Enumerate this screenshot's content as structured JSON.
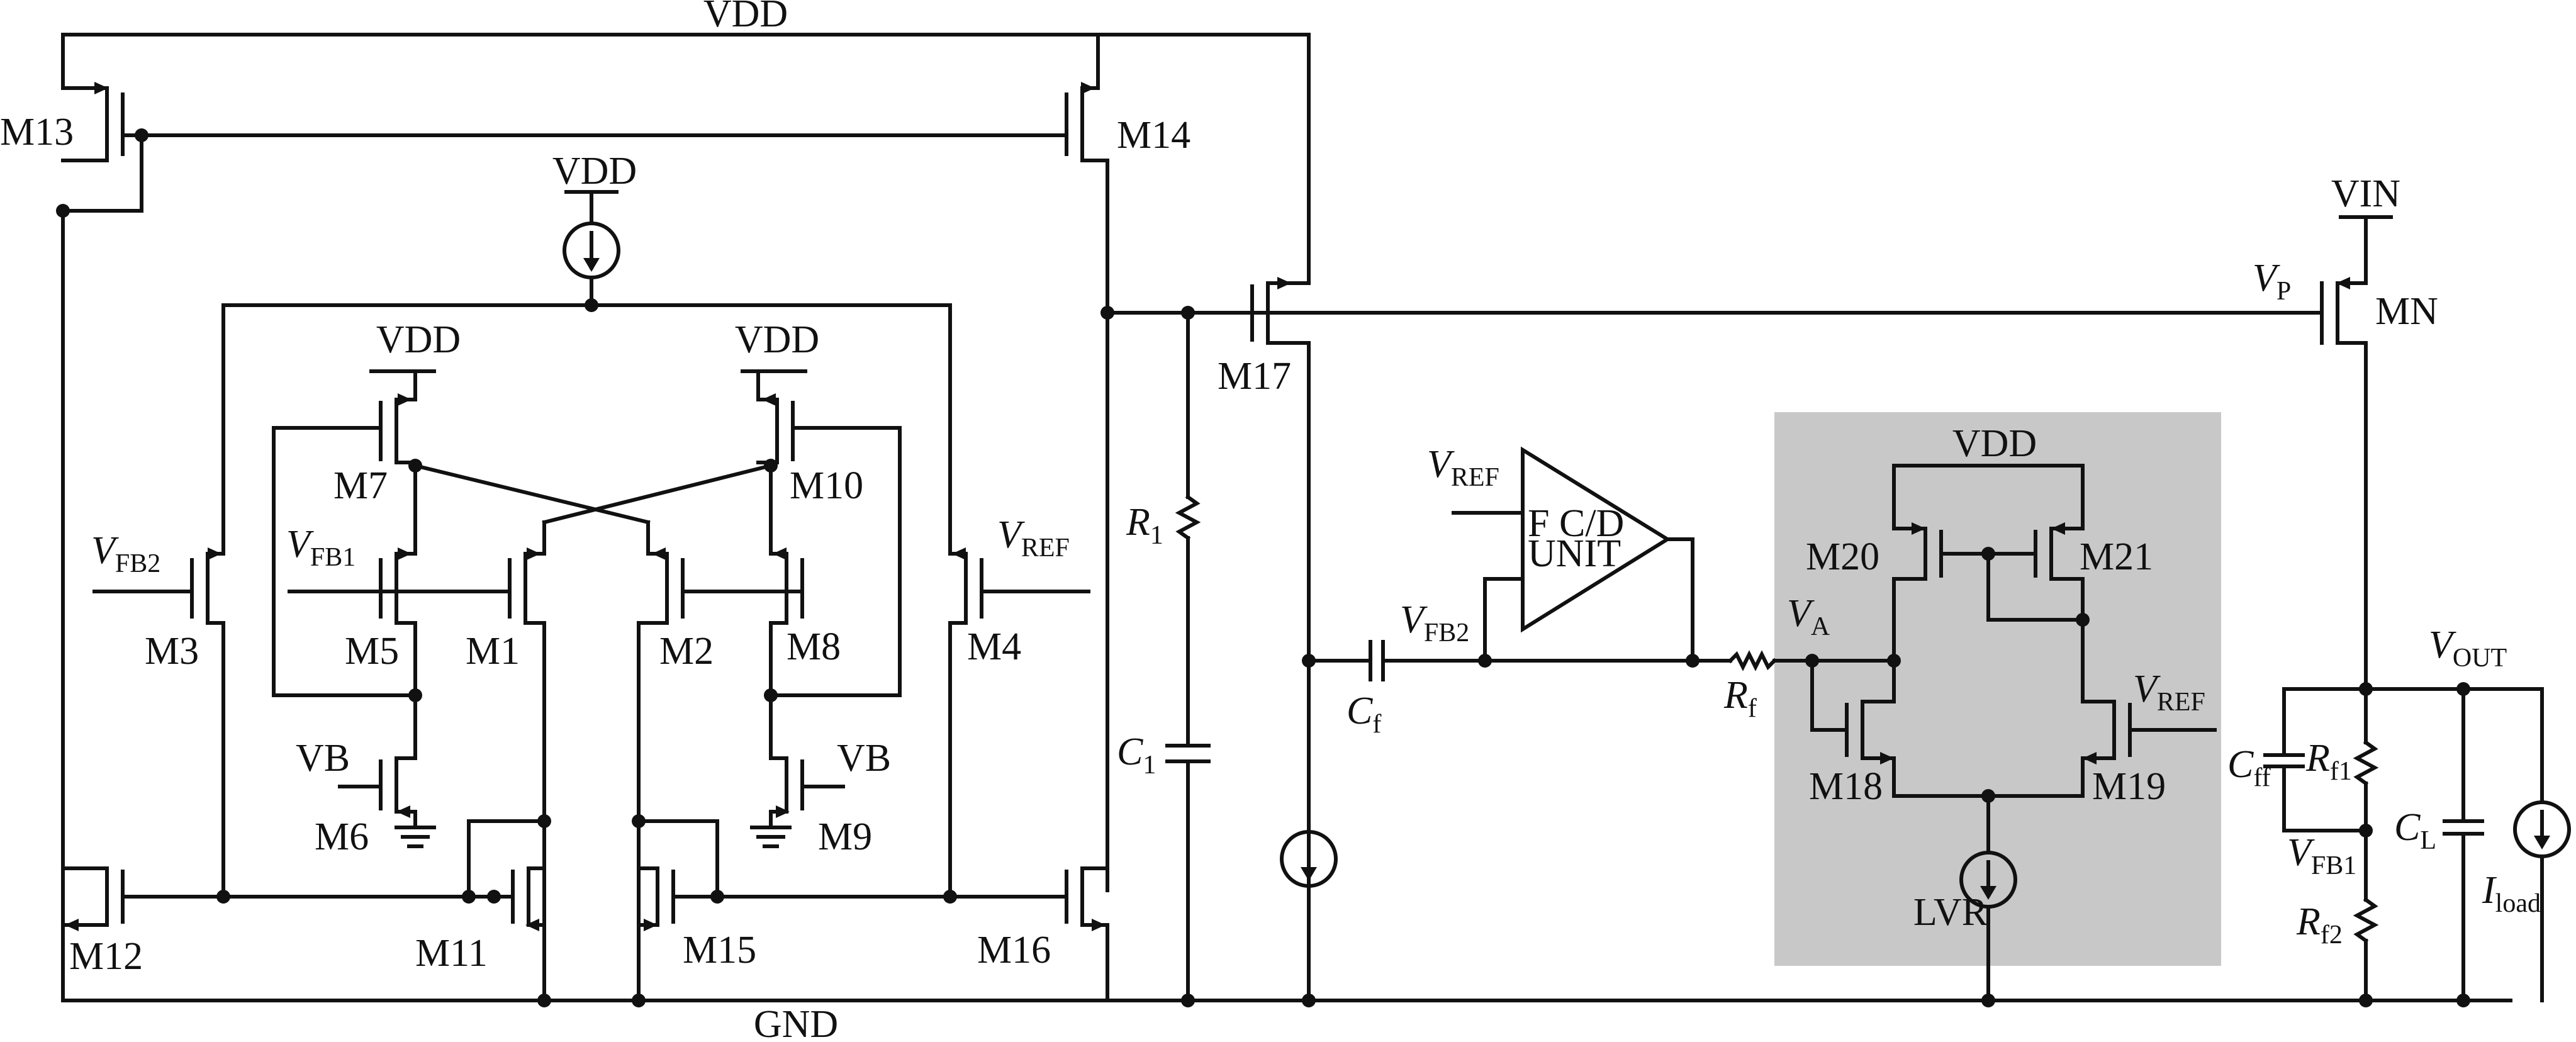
{
  "rails": {
    "vdd_top": "VDD",
    "gnd": "GND"
  },
  "supplies": {
    "vdd_bias": "VDD",
    "vdd_m7": "VDD",
    "vdd_m10": "VDD",
    "vdd_lvr": "VDD",
    "vin": "VIN"
  },
  "transistors": {
    "m1": "M1",
    "m2": "M2",
    "m3": "M3",
    "m4": "M4",
    "m5": "M5",
    "m6": "M6",
    "m7": "M7",
    "m8": "M8",
    "m9": "M9",
    "m10": "M10",
    "m11": "M11",
    "m12": "M12",
    "m13": "M13",
    "m14": "M14",
    "m15": "M15",
    "m16": "M16",
    "m17": "M17",
    "m18": "M18",
    "m19": "M19",
    "m20": "M20",
    "m21": "M21",
    "mn": "MN"
  },
  "signals": {
    "vfb2": {
      "main": "V",
      "sub": "FB2"
    },
    "vfb1": {
      "main": "V",
      "sub": "FB1"
    },
    "vref_m4": {
      "main": "V",
      "sub": "REF"
    },
    "vref_amp": {
      "main": "V",
      "sub": "REF"
    },
    "vref_m19": {
      "main": "V",
      "sub": "REF"
    },
    "vfb2_cf": {
      "main": "V",
      "sub": "FB2"
    },
    "va": {
      "main": "V",
      "sub": "A"
    },
    "vp": {
      "main": "V",
      "sub": "P"
    },
    "vout": {
      "main": "V",
      "sub": "OUT"
    },
    "vfb1_out": {
      "main": "V",
      "sub": "FB1"
    },
    "vb_m6": "VB",
    "vb_m9": "VB"
  },
  "components": {
    "r1": {
      "main": "R",
      "sub": "1"
    },
    "c1": {
      "main": "C",
      "sub": "1"
    },
    "cf": {
      "main": "C",
      "sub": "f"
    },
    "rf": {
      "main": "R",
      "sub": "f"
    },
    "cff": {
      "main": "C",
      "sub": "ff"
    },
    "rf1": {
      "main": "R",
      "sub": "f1"
    },
    "rf2": {
      "main": "R",
      "sub": "f2"
    },
    "cl": {
      "main": "C",
      "sub": "L"
    },
    "iload": {
      "main": "I",
      "sub": "load"
    }
  },
  "blocks": {
    "fcd_line1": "F C/D",
    "fcd_line2": "UNIT",
    "lvr": "LVR"
  },
  "colors": {
    "wire": "#111111",
    "lvr_fill": "#c8c8c8",
    "background": "#ffffff"
  }
}
